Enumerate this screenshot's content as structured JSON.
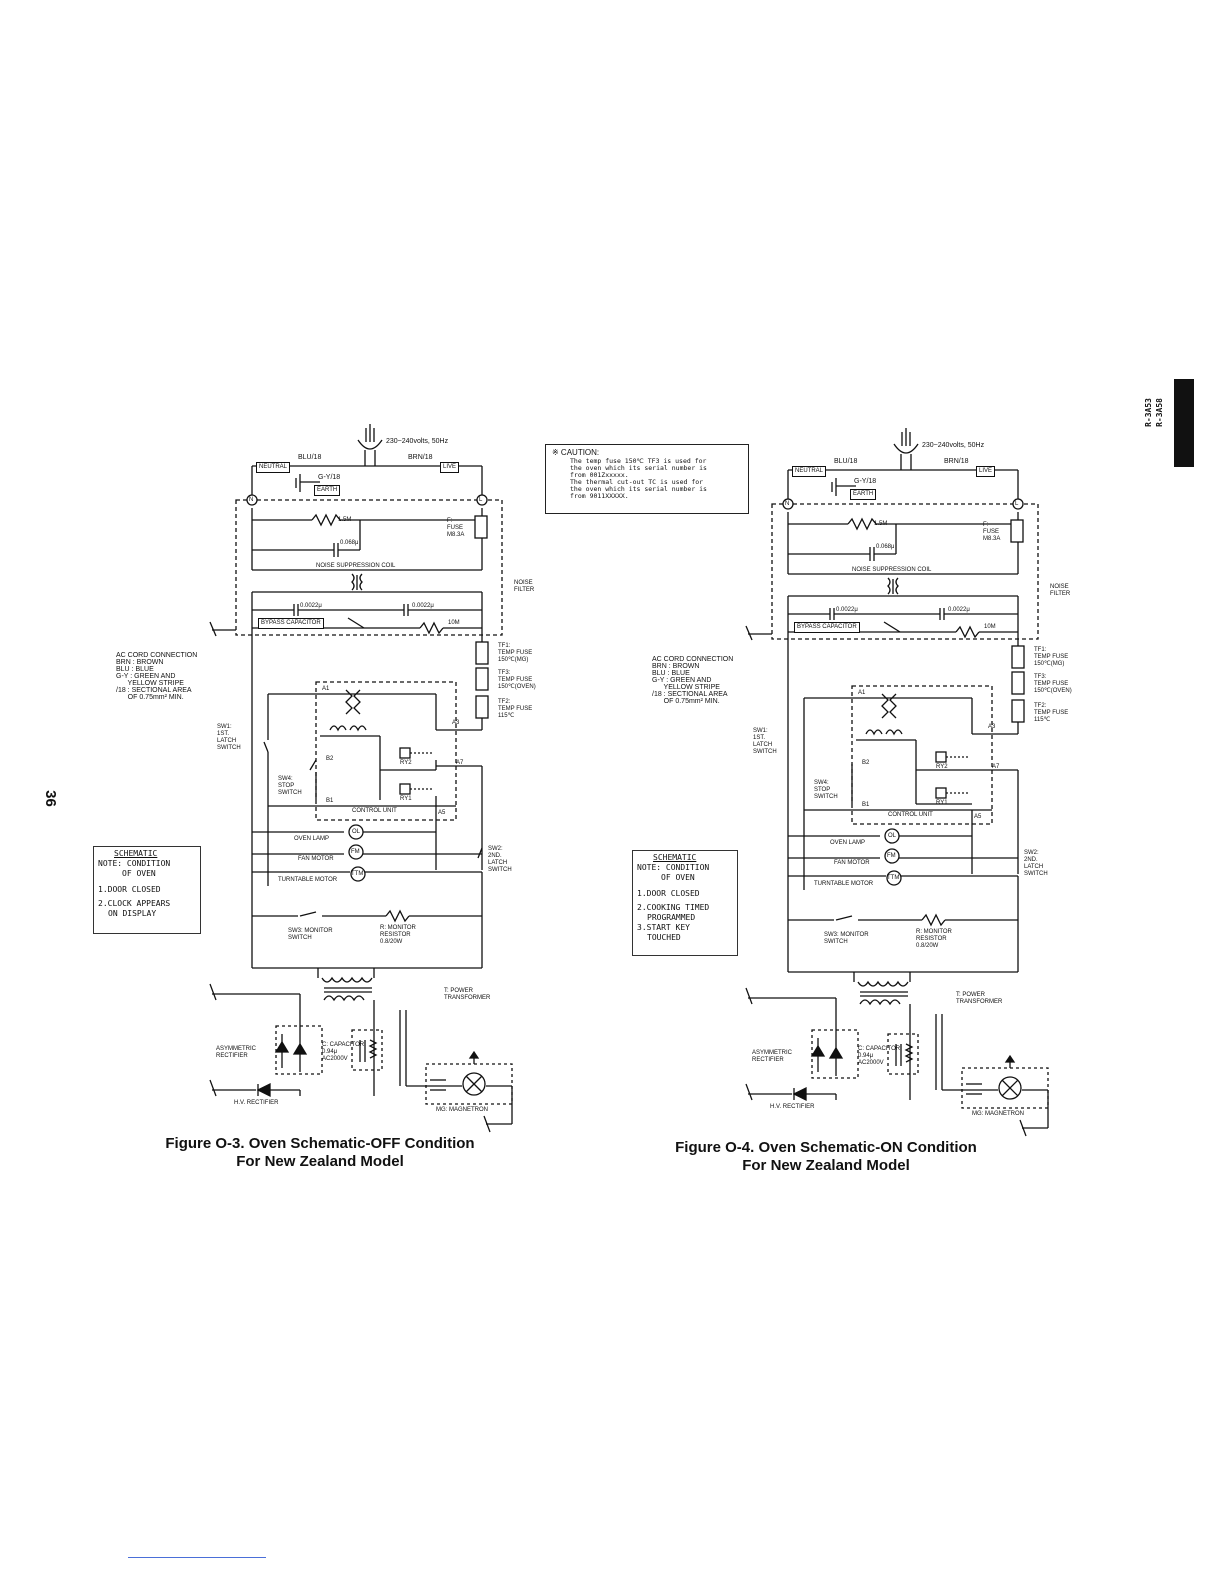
{
  "page": {
    "page_number": "36",
    "model_tab": [
      "R-3A53",
      "R-3A58"
    ],
    "caution": {
      "title": "※ CAUTION:",
      "lines": [
        "The temp fuse 150℃ TF3 is used for",
        "the oven which its serial number is",
        "from 001Zxxxxx.",
        "The thermal cut-out TC is used for",
        "the oven which its serial number is",
        "from 9011XXXXX."
      ]
    }
  },
  "diagrams": [
    {
      "id": "off",
      "caption_line1": "Figure O-3. Oven Schematic-OFF Condition",
      "caption_line2": "For New Zealand Model",
      "schematic_box": {
        "title": "SCHEMATIC",
        "note_l1": "NOTE: CONDITION",
        "note_l2": "OF OVEN",
        "items": [
          "1.DOOR CLOSED",
          "2.CLOCK APPEARS",
          "ON DISPLAY"
        ]
      }
    },
    {
      "id": "on",
      "caption_line1": "Figure O-4. Oven Schematic-ON Condition",
      "caption_line2": "For New Zealand Model",
      "schematic_box": {
        "title": "SCHEMATIC",
        "note_l1": "NOTE: CONDITION",
        "note_l2": "OF OVEN",
        "items": [
          "1.DOOR CLOSED",
          "2.COOKING TIMED",
          "PROGRAMMED",
          "3.START KEY",
          "TOUCHED"
        ]
      }
    }
  ],
  "labels": {
    "supply": "230~240volts, 50Hz",
    "blu18": "BLU/18",
    "brn18": "BRN/18",
    "neutral": "NEUTRAL",
    "live": "LIVE",
    "gy18": "G-Y/18",
    "earth": "EARTH",
    "n": "N",
    "l": "L",
    "r15m": "1.5M",
    "fuse": "F:\nFUSE\nM8.3A",
    "c0068": "0.068μ",
    "noise_coil": "NOISE SUPPRESSION COIL",
    "noise_filter": "NOISE\nFILTER",
    "c00022a": "0.0022μ",
    "c00022b": "0.0022μ",
    "bypass": "BYPASS CAPACITOR",
    "r10m": "10M",
    "tf1": "TF1:\nTEMP FUSE\n150℃(MG)",
    "tf3": "TF3:\nTEMP FUSE\n150℃(OVEN)",
    "tf2": "TF2:\nTEMP FUSE\n115℃",
    "ac_cord": "AC CORD CONNECTION\nBRN : BROWN\nBLU : BLUE\nG-Y : GREEN AND\n      YELLOW STRIPE\n/18 : SECTIONAL AREA\n      OF 0.75mm² MIN.",
    "sw1": "SW1:\n1ST.\nLATCH\nSWITCH",
    "sw4": "SW4:\nSTOP\nSWITCH",
    "sw2": "SW2:\n2ND.\nLATCH\nSWITCH",
    "a1": "A1",
    "a3": "A3",
    "a5": "A5",
    "a7": "A7",
    "b1": "B1",
    "b2": "B2",
    "ry1": "RY1",
    "ry2": "RY2",
    "control_unit": "CONTROL UNIT",
    "oven_lamp": "OVEN LAMP",
    "ol": "OL",
    "fan_motor": "FAN MOTOR",
    "fm": "FM",
    "turntable_motor": "TURNTABLE MOTOR",
    "ttm": "TTM",
    "sw3": "SW3: MONITOR\nSWITCH",
    "monitor_res": "R: MONITOR\nRESISTOR\n0.8/20W",
    "transformer": "T: POWER\nTRANSFORMER",
    "asym": "ASYMMETRIC\nRECTIFIER",
    "capacitor": "C: CAPACITOR\n0.94μ\nAC2000V",
    "hv_rect": "H.V. RECTIFIER",
    "magnetron": "MG: MAGNETRON"
  }
}
